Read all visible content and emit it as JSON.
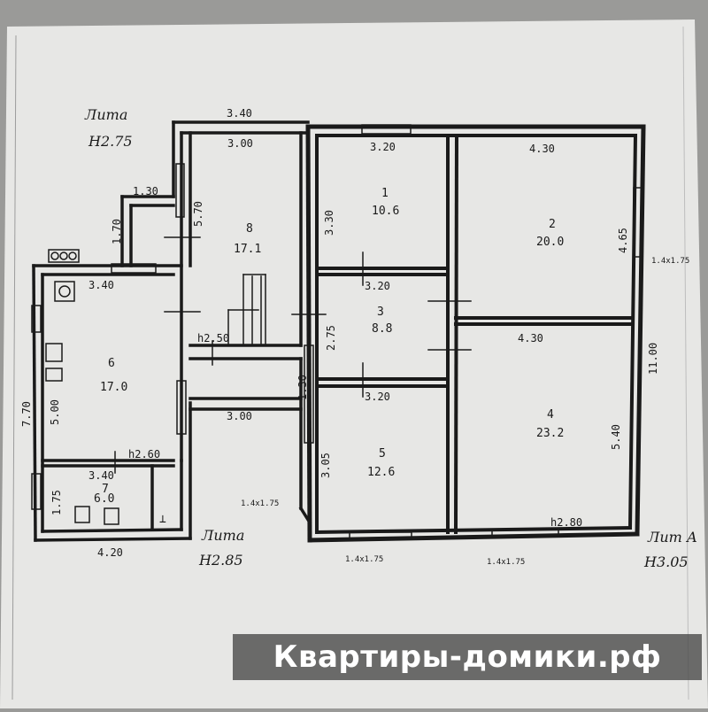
{
  "plan": {
    "blocks": [
      {
        "label": "Лита",
        "height": "H2.75"
      },
      {
        "label": "Лита",
        "height": "H2.85"
      },
      {
        "label": "Лит А",
        "height": "H3.05"
      }
    ],
    "rooms": [
      {
        "number": "1",
        "area": "10.6"
      },
      {
        "number": "2",
        "area": "20.0"
      },
      {
        "number": "3",
        "area": "8.8"
      },
      {
        "number": "4",
        "area": "23.2"
      },
      {
        "number": "5",
        "area": "12.6"
      },
      {
        "number": "6",
        "area": "17.0"
      },
      {
        "number": "7",
        "area": "6.0"
      },
      {
        "number": "8",
        "area": "17.1"
      }
    ],
    "dimensions": {
      "top_outer": "3.40",
      "top_inner": "3.00",
      "r1_top": "3.20",
      "r2_top": "4.30",
      "ext_width": "1.30",
      "ext_height": "1.70",
      "r6_top": "3.40",
      "r8_side": "5.70",
      "r1_side": "3.30",
      "r3_top": "3.20",
      "r3_side": "2.75",
      "r2_side": "4.65",
      "r4_top": "4.30",
      "right_outer": "11.00",
      "r5_top": "3.20",
      "corridor_side": "1.30",
      "corridor_bottom": "3.00",
      "left_outer": "7.70",
      "r6_side": "5.00",
      "r4_side": "5.40",
      "r5_side": "3.05",
      "r7_top": "3.40",
      "r7_side": "1.75",
      "bottom_left": "4.20",
      "stair_height": "h2.50",
      "r6_height": "h2.60",
      "r4_height": "h2.80",
      "window_right": "1.4x1.75",
      "window_left": "1.4x1.75",
      "window_r5": "1.4x1.75",
      "window_r4": "1.4x1.75"
    }
  },
  "watermark": "Квартиры-домики.рф"
}
